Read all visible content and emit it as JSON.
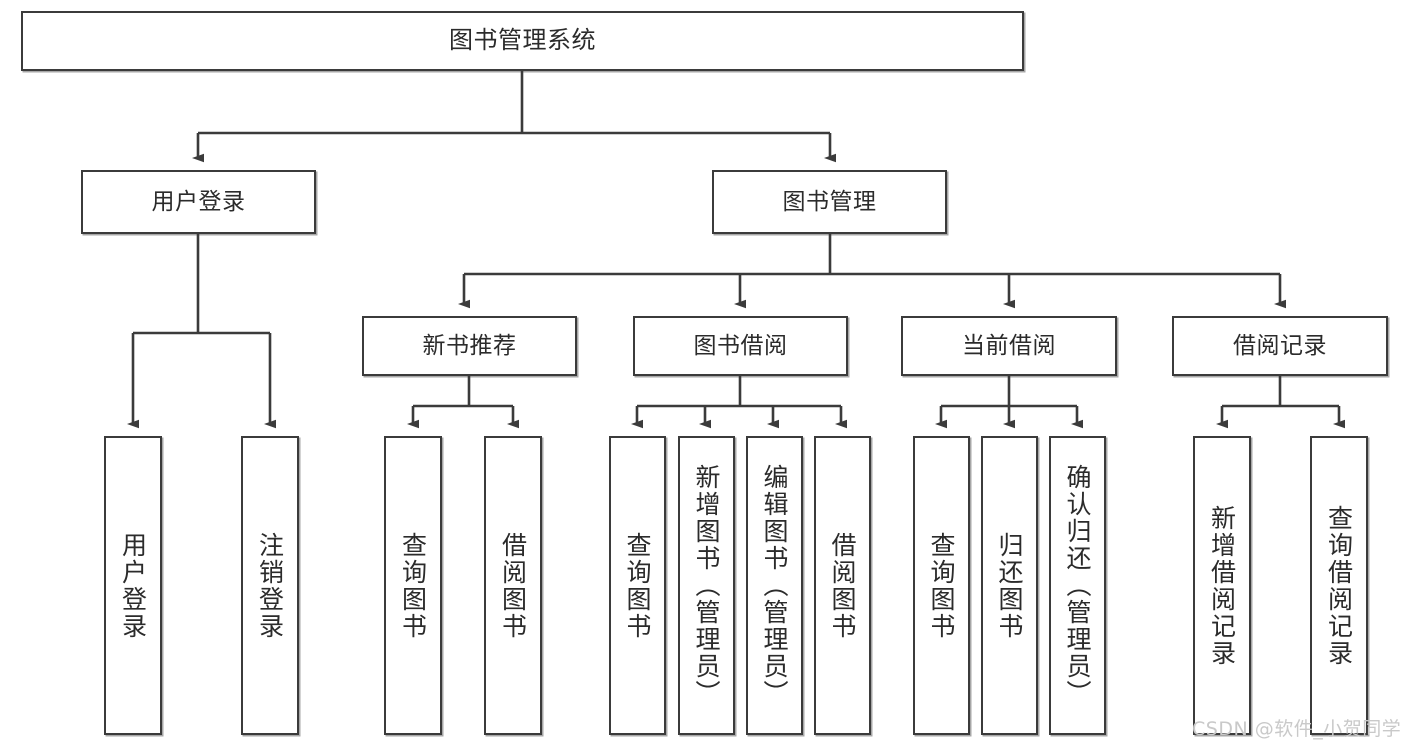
{
  "diagram": {
    "title": "图书管理系统",
    "type": "tree-hierarchy",
    "colors": {
      "box_border": "#3b3b3b",
      "box_fill": "#ffffff",
      "connector": "#3b3b3b",
      "text": "#2b2b2b",
      "watermark": "#c9c9c9",
      "background": "#ffffff"
    },
    "root": {
      "label": "图书管理系统"
    },
    "level2": [
      {
        "label": "用户登录"
      },
      {
        "label": "图书管理"
      }
    ],
    "level3": [
      {
        "label": "新书推荐"
      },
      {
        "label": "图书借阅"
      },
      {
        "label": "当前借阅"
      },
      {
        "label": "借阅记录"
      }
    ],
    "leaves": {
      "user_login": [
        {
          "label": "用户登录"
        },
        {
          "label": "注销登录"
        }
      ],
      "new_book_recommend": [
        {
          "label": "查询图书"
        },
        {
          "label": "借阅图书"
        }
      ],
      "book_borrow": [
        {
          "label": "查询图书"
        },
        {
          "label": "新增图书（管理员）"
        },
        {
          "label": "编辑图书（管理员）"
        },
        {
          "label": "借阅图书"
        }
      ],
      "current_borrow": [
        {
          "label": "查询图书"
        },
        {
          "label": "归还图书"
        },
        {
          "label": "确认归还（管理员）"
        }
      ],
      "borrow_record": [
        {
          "label": "新增借阅记录"
        },
        {
          "label": "查询借阅记录"
        }
      ]
    }
  },
  "watermark": {
    "text": "CSDN @软件_小贺同学"
  }
}
